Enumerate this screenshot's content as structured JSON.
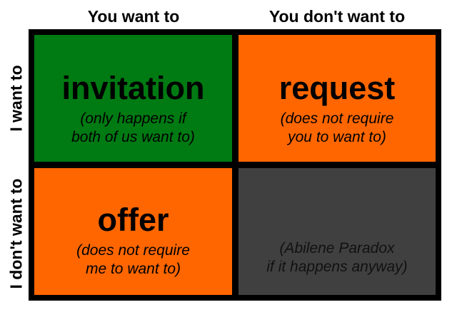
{
  "columns": [
    "You want to",
    "You don't want to"
  ],
  "rows": [
    "I want to",
    "I don't want to"
  ],
  "cells": [
    {
      "title": "invitation",
      "sub": [
        "(only happens if",
        "both of us want to)"
      ],
      "color": "#007a12"
    },
    {
      "title": "request",
      "sub": [
        "(does not require",
        "you to want to)"
      ],
      "color": "#ff6600"
    },
    {
      "title": "offer",
      "sub": [
        "(does not require",
        "me to want to)"
      ],
      "color": "#ff6600"
    },
    {
      "title": "",
      "sub": [
        "(Abilene Paradox",
        "if it happens anyway)"
      ],
      "color": "#404040"
    }
  ]
}
